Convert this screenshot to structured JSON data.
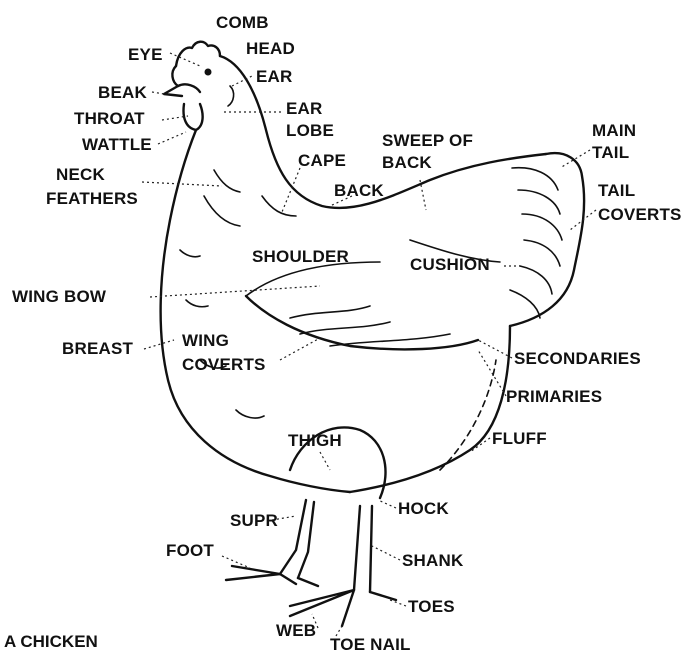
{
  "diagram": {
    "caption": "A CHICKEN",
    "labels": {
      "comb": "COMB",
      "eye": "EYE",
      "head": "HEAD",
      "beak": "BEAK",
      "ear": "EAR",
      "throat": "THROAT",
      "ear_lobe_1": "EAR",
      "ear_lobe_2": "LOBE",
      "wattle": "WATTLE",
      "sweep_1": "SWEEP OF",
      "sweep_2": "BACK",
      "main_tail_1": "MAIN",
      "main_tail_2": "TAIL",
      "neck_1": "NECK",
      "neck_2": "FEATHERS",
      "cape": "CAPE",
      "back": "BACK",
      "tail_coverts_1": "TAIL",
      "tail_coverts_2": "COVERTS",
      "shoulder": "SHOULDER",
      "cushion": "CUSHION",
      "wing_bow": "WING BOW",
      "breast": "BREAST",
      "wing_coverts_1": "WING",
      "wing_coverts_2": "COVERTS",
      "secondaries": "SECONDARIES",
      "primaries": "PRIMARIES",
      "thigh": "THIGH",
      "fluff": "FLUFF",
      "hock": "HOCK",
      "supr": "SUPR",
      "foot": "FOOT",
      "shank": "SHANK",
      "toes": "TOES",
      "web": "WEB",
      "toe_nail": "TOE NAIL"
    }
  }
}
